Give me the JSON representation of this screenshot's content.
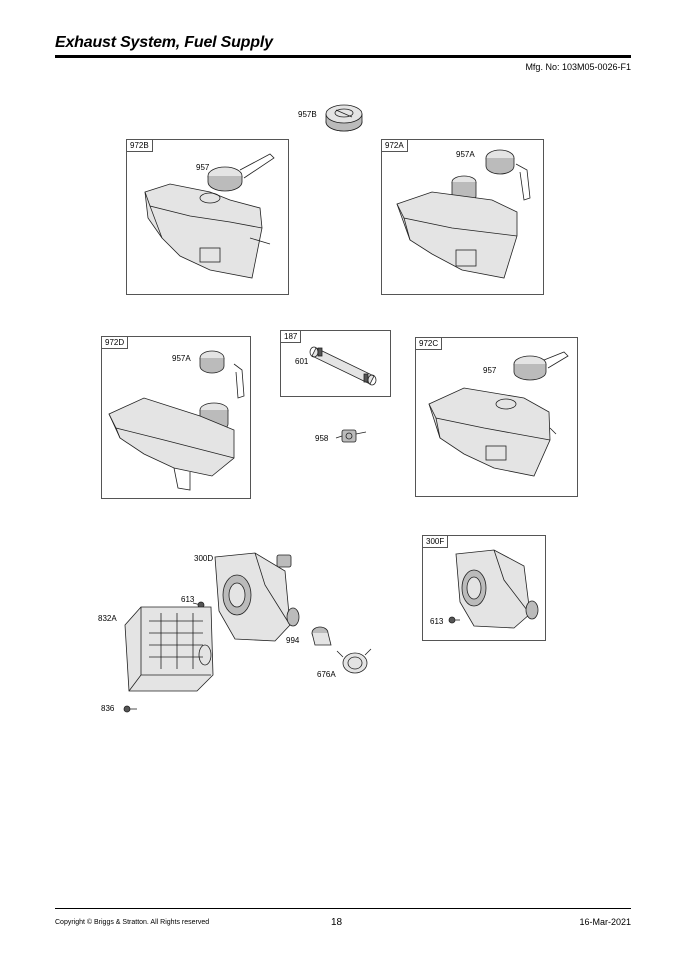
{
  "header": {
    "title": "Exhaust System, Fuel Supply",
    "mfg": "Mfg. No: 103M05-0026-F1"
  },
  "callouts": {
    "b972B": "972B",
    "b972A": "972A",
    "b972D": "972D",
    "b187": "187",
    "b972C": "972C",
    "b300F": "300F",
    "p957B": "957B",
    "p957_1": "957",
    "p957A_1": "957A",
    "p957A_2": "957A",
    "p601": "601",
    "p957_2": "957",
    "p958": "958",
    "p300D": "300D",
    "p613_1": "613",
    "p832A": "832A",
    "p994": "994",
    "p676A": "676A",
    "p836": "836",
    "p613_2": "613"
  },
  "footer": {
    "copyright": "Copyright ©  Briggs & Stratton. All Rights reserved",
    "page": "18",
    "date": "16-Mar-2021"
  }
}
